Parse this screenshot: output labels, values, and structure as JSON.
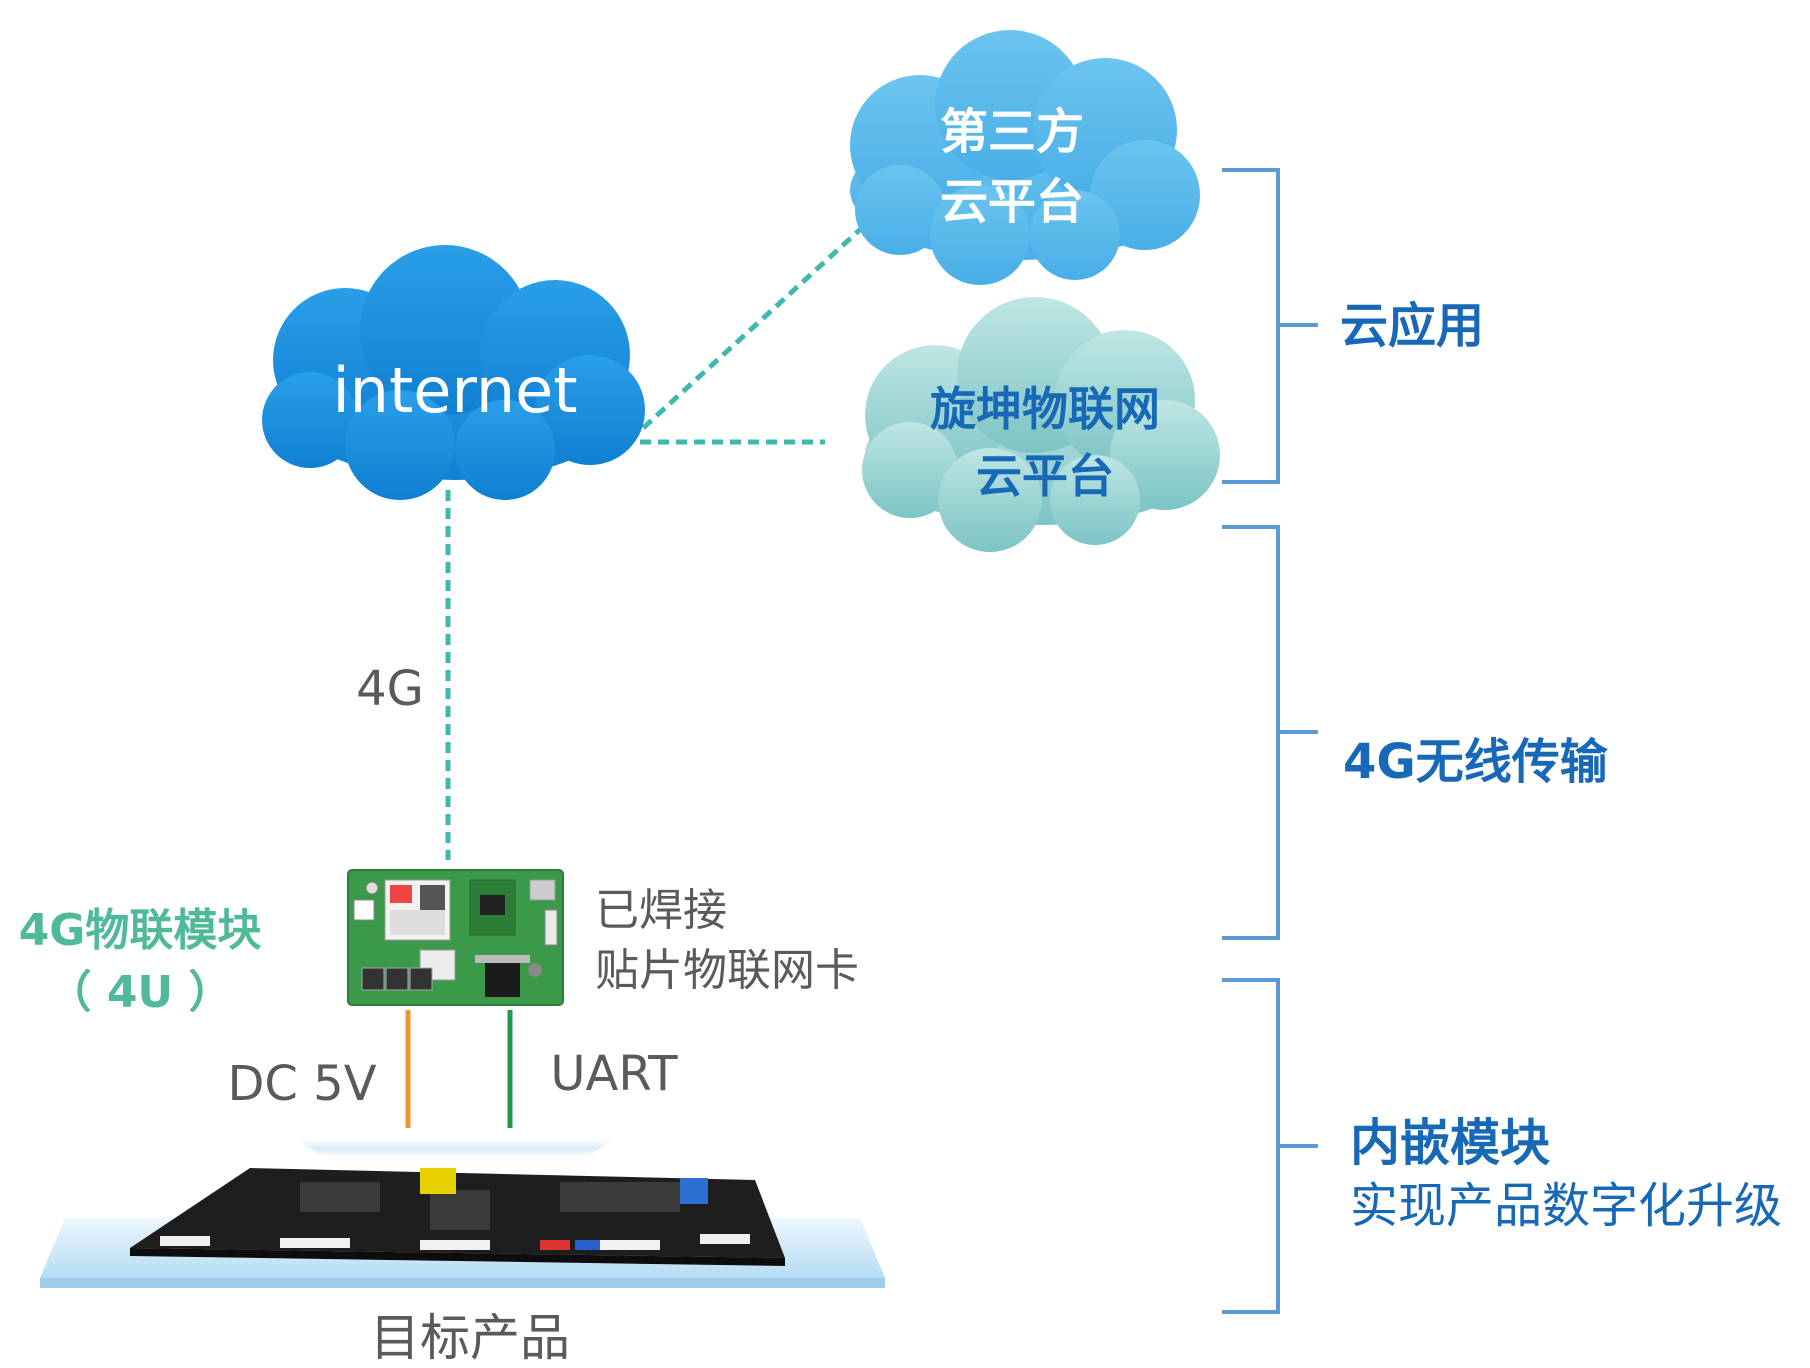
{
  "clouds": {
    "internet": {
      "text": "internet"
    },
    "third_party": {
      "line1": "第三方",
      "line2": "云平台"
    },
    "xuankun": {
      "line1": "旋坤物联网",
      "line2": "云平台"
    }
  },
  "links": {
    "internet_to_module": "4G"
  },
  "module": {
    "title": "4G物联模块",
    "subtitle": "（ 4U ）",
    "note_line1": "已焊接",
    "note_line2": "贴片物联网卡"
  },
  "wires": {
    "power": "DC 5V",
    "serial": "UART"
  },
  "product": {
    "caption": "目标产品"
  },
  "layers": {
    "cloud_app": "云应用",
    "wireless": "4G无线传输",
    "embedded_title": "内嵌模块",
    "embedded_desc": "实现产品数字化升级"
  },
  "colors": {
    "cloud_blue": "#1a8ee0",
    "cloud_light_blue": "#5ab8ec",
    "cloud_teal": "#8fcfcf",
    "dash_teal": "#3fb8b0",
    "bracket_blue": "#5b9bd5",
    "label_blue": "#1868b8",
    "module_green": "#4fb99a",
    "wire_orange": "#f0952c",
    "wire_green": "#1f9a4a",
    "pcb_green": "#3a9a4a"
  }
}
